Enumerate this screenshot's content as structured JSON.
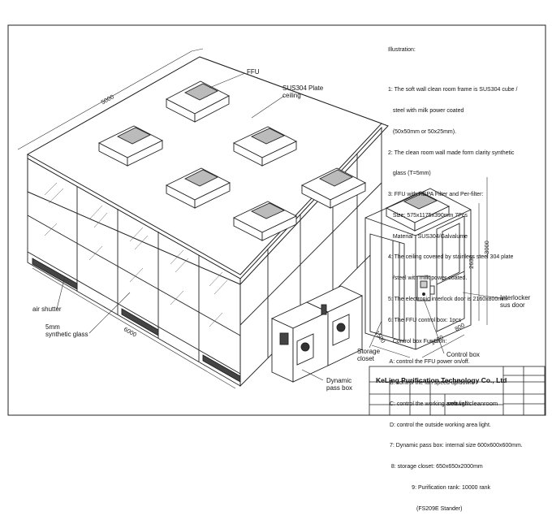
{
  "illustration": {
    "heading": "Illustration:",
    "lines": [
      "1: The soft wall clean room frame is SUS304 cube /",
      "   steel with milk power coated",
      "   (50x50mm or 50x25mm).",
      "2: The clean room wall made form clarity synthetic",
      "   glass (T=5mm)",
      "3: FFU with HEPA Filter and Per-filter:",
      "   Size: 575x1175x390mm 7Pcs",
      "   Material : SUS304/Galvalume",
      "4: The ceiling covered by stainless steel 304 plate",
      "   /steel with milk power coated.",
      "5: The electronic interlock door is 2160x800mm",
      "6: The FFU control box: 1pcs",
      "   Control box Function:",
      " A: control the FFU power on/off.",
      " B: control the fan speed up/down.",
      " C: control the working area light.",
      " D: control the outside working area light.",
      " 7: Dynamic pass box: internal size 600x600x600mm.",
      "  8: storage closet: 650x650x2000mm",
      "               9: Purification rank: 10000 rank",
      "                  (FS209E Stander)"
    ]
  },
  "labels": {
    "ffu": "FFU",
    "ceiling": "SUS304 Plate\nceiling",
    "air_shutter": "air shutter",
    "glass": "5mm\nsynthetic glass",
    "pass_box": "Dynamic\npass box",
    "storage": "Storage\ncloset",
    "control_box": "Control box",
    "interlocker": "Interlocker\nsus door"
  },
  "dimensions": {
    "length_top": "5000",
    "length_bottom": "6000",
    "depth_small": "1500",
    "height_total": "3000",
    "height_door": "2630",
    "door_width": "800",
    "door_depth": "1600"
  },
  "title_block": {
    "company": "KeLing Purification Technology Co., Ltd",
    "drawing_name": "softwall cleanroom"
  }
}
